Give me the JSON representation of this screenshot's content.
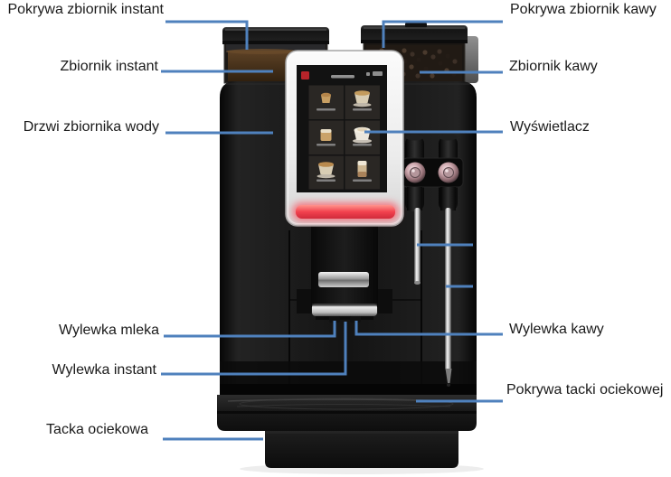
{
  "diagram": {
    "labels_left": [
      {
        "text": "Pokrywa zbiornik instant"
      },
      {
        "text": "Zbiornik instant"
      },
      {
        "text": "Drzwi zbiornika wody"
      },
      {
        "text": "Wylewka mleka"
      },
      {
        "text": "Wylewka instant"
      },
      {
        "text": "Tacka ociekowa"
      }
    ],
    "labels_right": [
      {
        "text": "Pokrywa zbiornik kawy"
      },
      {
        "text": "Zbiornik kawy"
      },
      {
        "text": "Wyświetlacz"
      },
      {
        "text": "Wylewka kawy"
      },
      {
        "text": "Pokrywa tacki ociekowej"
      }
    ]
  },
  "machine": {
    "screen": {
      "logo_icon": "red-brand-badge",
      "status_icons": "tiny-status-glyphs",
      "tiles": [
        {
          "icon": "espresso-cup-icon"
        },
        {
          "icon": "coffee-cup-icon"
        },
        {
          "icon": "coffee-glass-icon"
        },
        {
          "icon": "cappuccino-cup-icon"
        },
        {
          "icon": "coffee-cup-icon"
        },
        {
          "icon": "latte-glass-icon"
        }
      ]
    }
  },
  "colors": {
    "pointer_line": "#4f81bd",
    "label_text": "#1a1a1a",
    "page_bg": "#ffffff",
    "machine_black": "#161616",
    "glow_red": "#f2414e",
    "chrome": "#d9d9d9",
    "instant_powder_brown": "#53381f"
  }
}
